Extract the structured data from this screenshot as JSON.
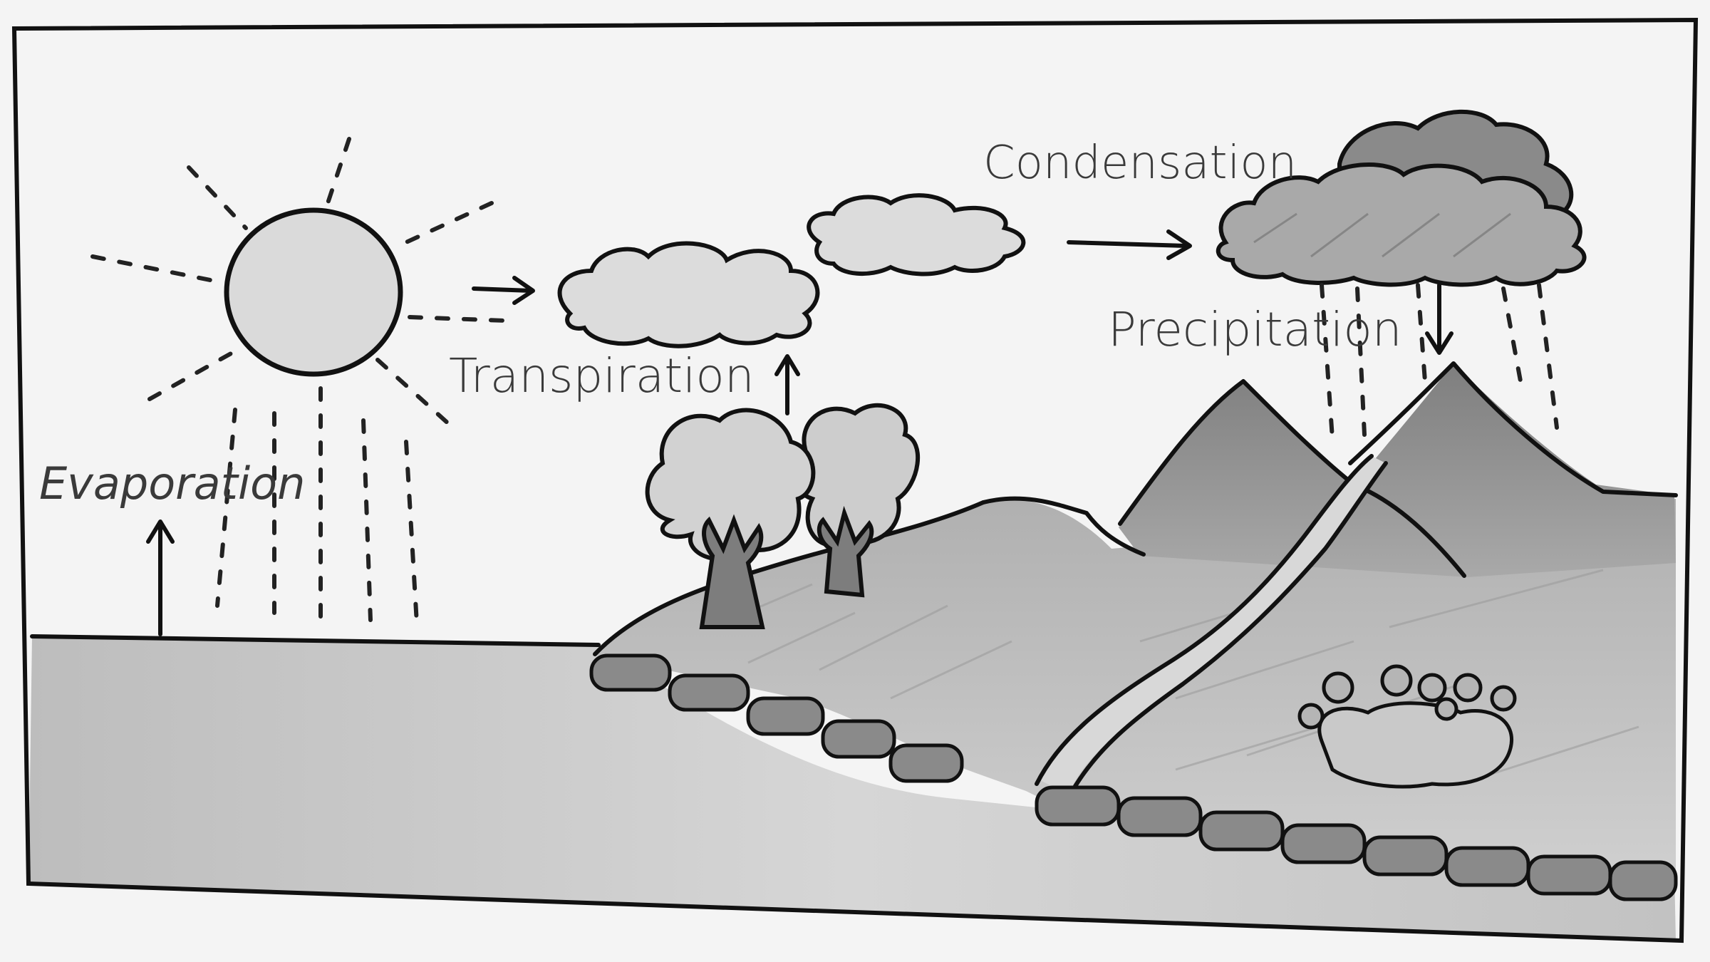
{
  "diagram": {
    "labels": {
      "evaporation": "Evaporation",
      "transpiration": "Transpiration",
      "condensation": "Condensation",
      "precipitation": "Precipitation"
    },
    "icons": {
      "sun": "sun-icon",
      "clouds": "cloud-icon",
      "rain_cloud": "rain-cloud-icon",
      "trees": "tree-icon",
      "mountains": "mountain-icon",
      "river": "river-icon",
      "bushes": "bush-icon"
    },
    "colors": {
      "paper": "#f4f4f4",
      "ink": "#111111",
      "sun_fill": "#d9d9d9",
      "cloud_light": "#dcdcdc",
      "cloud_dark": "#8a8a8a",
      "water": "#c4c4c4",
      "hill": "#bdbdbd",
      "mountain": "#8f8f8f",
      "stone": "#8a8a8a",
      "foliage": "#c8c8c8",
      "trunk": "#7d7d7d"
    }
  }
}
